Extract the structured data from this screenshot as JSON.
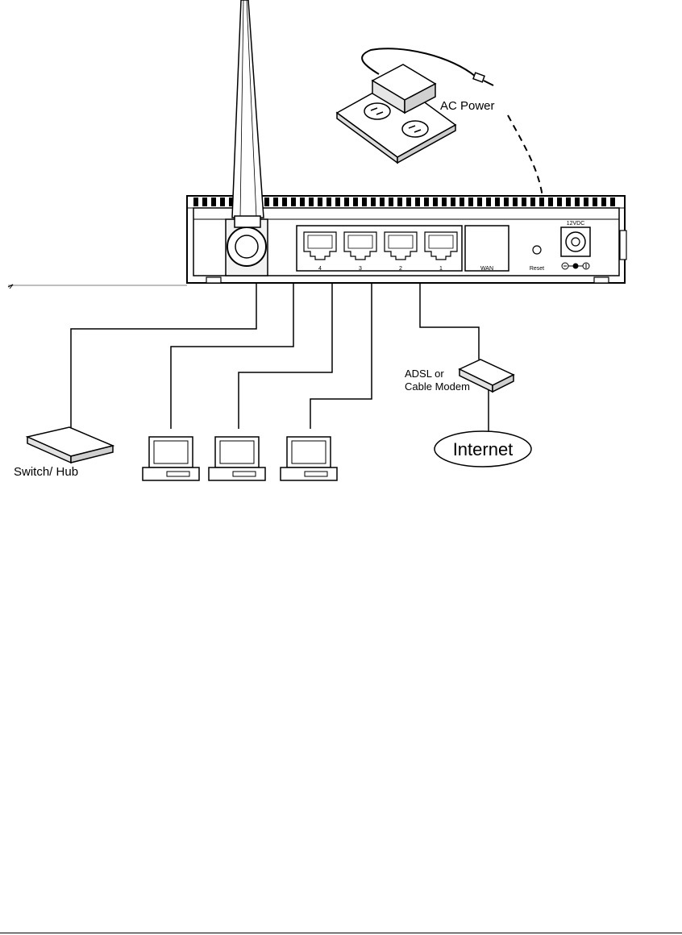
{
  "labels": {
    "ac_power": "AC Power",
    "port_4": "4",
    "port_3": "3",
    "port_2": "2",
    "port_1": "1",
    "wan": "WAN",
    "reset": "Reset",
    "dc_in": "12VDC",
    "modem_line1": "ADSL or",
    "modem_line2": "Cable Modem",
    "internet": "Internet",
    "switch_hub": "Switch/ Hub"
  },
  "colors": {
    "line": "#000000",
    "router_shade": "#e8e8e8",
    "background": "#ffffff"
  },
  "icons": [
    "antenna-icon",
    "power-adapter-icon",
    "power-outlet-icon",
    "ethernet-port-icon",
    "computer-icon",
    "modem-icon",
    "switch-icon",
    "internet-cloud-icon"
  ]
}
